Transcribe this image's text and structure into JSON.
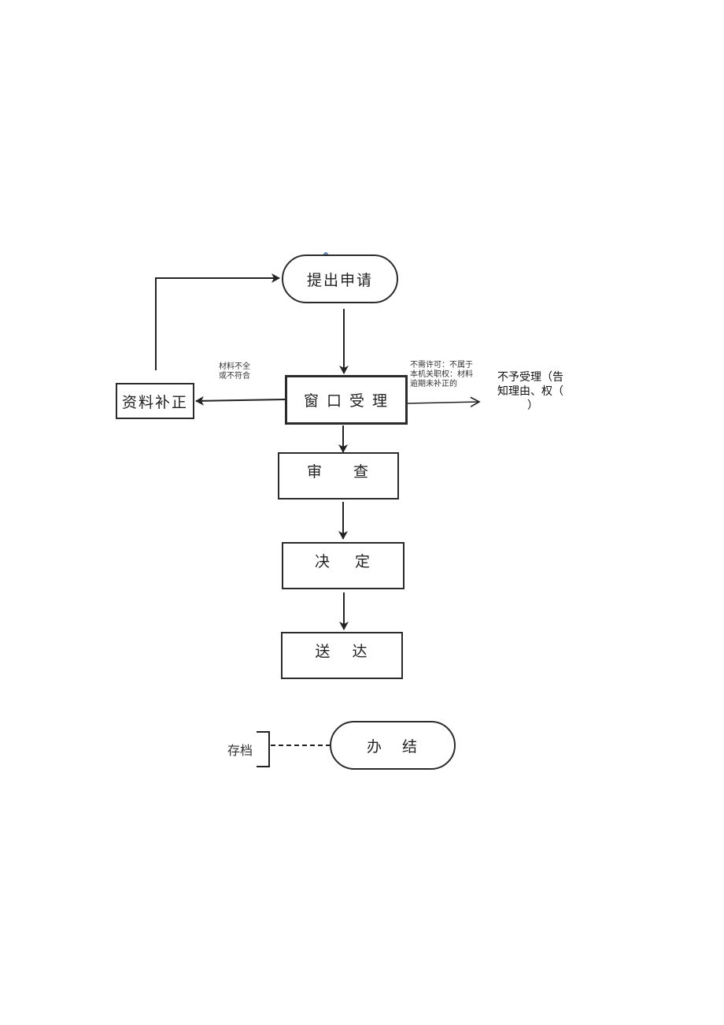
{
  "nodes": {
    "submit": "提出申请",
    "window_accept": "窗 口 受 理",
    "review": "审 查",
    "decision": "决 定",
    "delivery": "送 达",
    "complete": "办 结",
    "supplement": "资料补正"
  },
  "notes": {
    "incomplete_line1": "材料不全",
    "incomplete_line2": "或不符合",
    "reject_reason_line1": "不需许可：不属于",
    "reject_reason_line2": "本机关职权：材料",
    "reject_reason_line3": "逾期未补正的"
  },
  "reject": {
    "line1": "不予受理（告",
    "line2": "知理由、权（",
    "line3": "）"
  },
  "archive_label": "存档"
}
